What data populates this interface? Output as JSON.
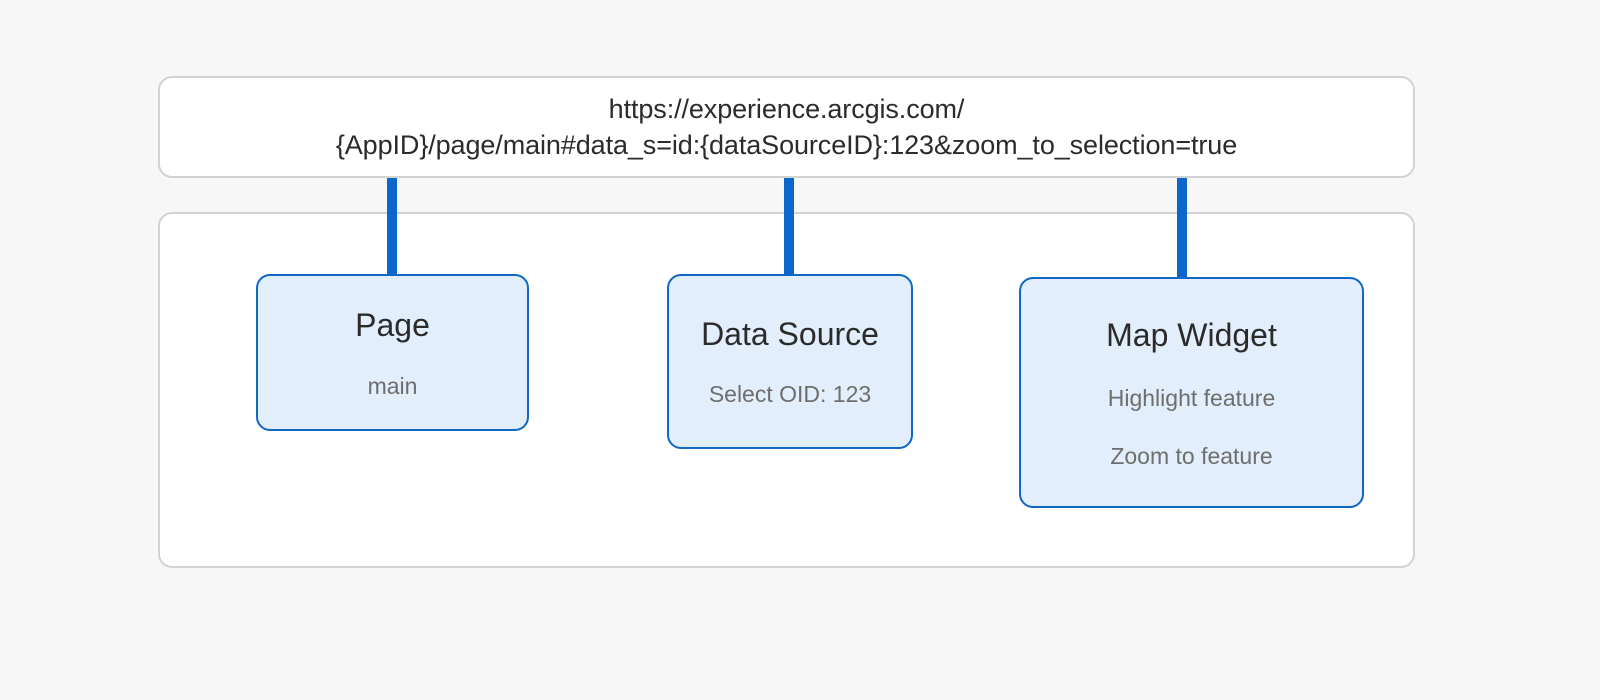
{
  "diagram": {
    "url_panel": {
      "lines": [
        "https://experience.arcgis.com/",
        "{AppID}/page/main#data_s=id:{dataSourceID}:123&zoom_to_selection=true"
      ]
    },
    "nodes": [
      {
        "id": "page",
        "title": "Page",
        "details": [
          "main"
        ]
      },
      {
        "id": "data-source",
        "title": "Data Source",
        "details": [
          "Select OID: 123"
        ]
      },
      {
        "id": "map-widget",
        "title": "Map Widget",
        "details": [
          "Highlight feature",
          "Zoom to feature"
        ]
      }
    ]
  },
  "colors": {
    "background": "#f7f7f7",
    "panel_fill": "#ffffff",
    "panel_border": "#d2d2d2",
    "node_fill": "#e2eefb",
    "node_border": "#1067c4",
    "connector": "#0b68ca",
    "title_text": "#2b2b2b",
    "detail_text": "#6e6e6e"
  }
}
